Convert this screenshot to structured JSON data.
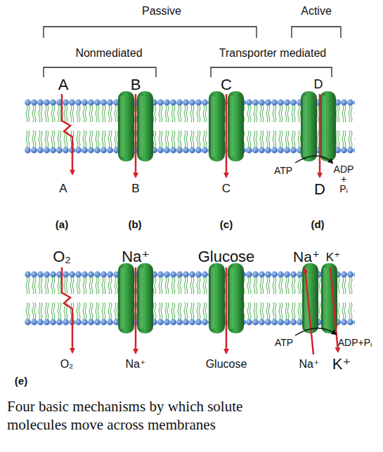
{
  "diagram": {
    "caption": "Four basic mechanisms by which solute molecules move across membranes",
    "labels": [
      "Passive",
      "Active",
      "Nonmediated",
      "Transporter mediated",
      "A",
      "B",
      "C",
      "D",
      "A",
      "B",
      "C",
      "D",
      "ATP",
      "ADP",
      "+",
      "Pᵢ",
      "(a)",
      "(b)",
      "(c)",
      "(d)",
      "O₂",
      "Na⁺",
      "Glucose",
      "Na⁺",
      "K⁺",
      "O₂",
      "Na⁺",
      "Glucose",
      "ATP",
      "ADP+Pᵢ",
      "Na⁺",
      "K⁺",
      "(e)"
    ]
  }
}
